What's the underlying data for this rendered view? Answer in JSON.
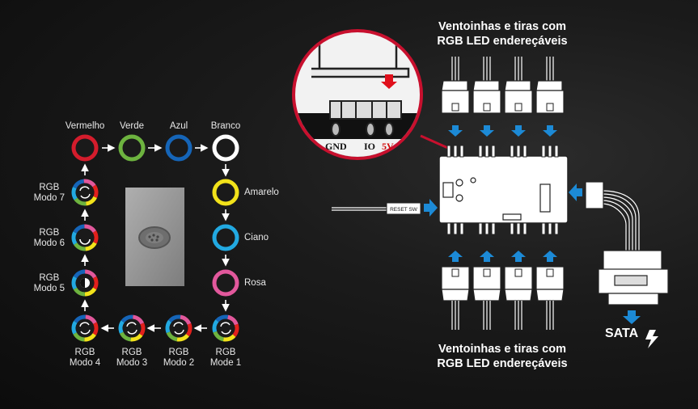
{
  "modes": [
    {
      "id": "vermelho",
      "label": "Vermelho",
      "kind": "solid",
      "color": "#d41c2c"
    },
    {
      "id": "verde",
      "label": "Verde",
      "kind": "solid",
      "color": "#6db33f"
    },
    {
      "id": "azul",
      "label": "Azul",
      "kind": "solid",
      "color": "#1565b8"
    },
    {
      "id": "branco",
      "label": "Branco",
      "kind": "solid",
      "color": "#ffffff"
    },
    {
      "id": "amarelo",
      "label": "Amarelo",
      "kind": "solid",
      "color": "#f2e21a"
    },
    {
      "id": "ciano",
      "label": "Ciano",
      "kind": "solid",
      "color": "#22a9e1"
    },
    {
      "id": "rosa",
      "label": "Rosa",
      "kind": "solid",
      "color": "#e2589c"
    },
    {
      "id": "modo1",
      "label_line1": "RGB",
      "label_line2": "Mode 1",
      "kind": "rgb"
    },
    {
      "id": "modo2",
      "label_line1": "RGB",
      "label_line2": "Modo 2",
      "kind": "rgb"
    },
    {
      "id": "modo3",
      "label_line1": "RGB",
      "label_line2": "Modo 3",
      "kind": "rgb"
    },
    {
      "id": "modo4",
      "label_line1": "RGB",
      "label_line2": "Modo 4",
      "kind": "rgb"
    },
    {
      "id": "modo5",
      "label_line1": "RGB",
      "label_line2": "Modo 5",
      "kind": "rgb"
    },
    {
      "id": "modo6",
      "label_line1": "RGB",
      "label_line2": "Modo 6",
      "kind": "rgb"
    },
    {
      "id": "modo7",
      "label_line1": "RGB",
      "label_line2": "Modo 7",
      "kind": "rgb"
    }
  ],
  "top_title": {
    "line1": "Ventoinhas e tiras com",
    "line2": "RGB LED endereçáveis"
  },
  "bottom_title": {
    "line1": "Ventoinhas e tiras com",
    "line2": "RGB LED endereçáveis"
  },
  "zoom_pins": {
    "gnd": "GND",
    "io": "IO",
    "v5": "5V"
  },
  "reset_label": "RESET SW",
  "sata_label": "SATA",
  "colors": {
    "arrow_blue": "#1c8ad6",
    "callout_red": "#c8102e",
    "red_arrow": "#e0101c"
  }
}
